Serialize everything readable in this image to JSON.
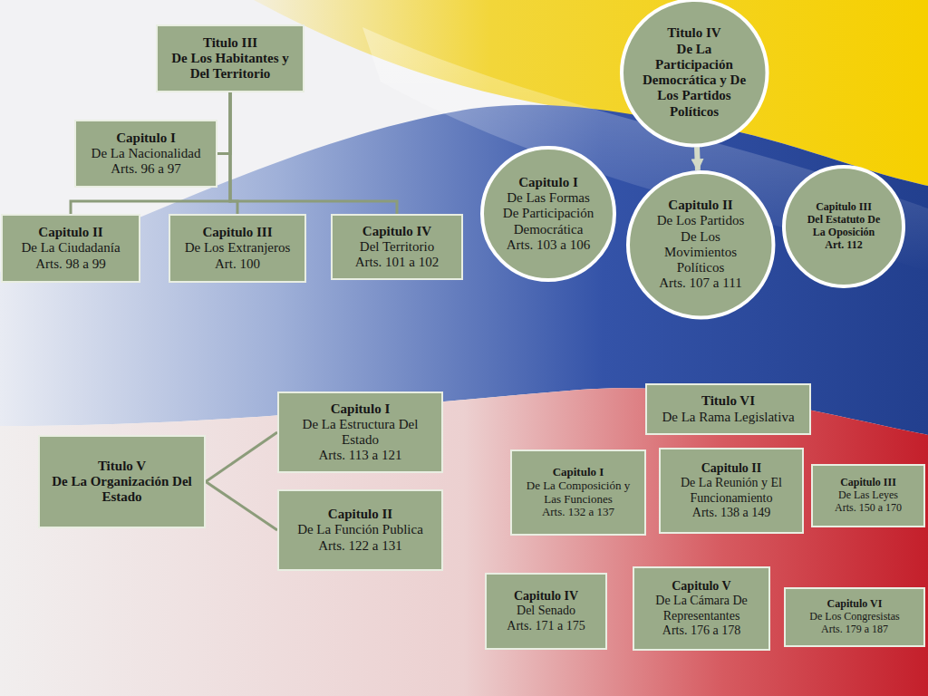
{
  "diagram": {
    "nodes": [
      {
        "text": [
          "Titulo III",
          "De Los Habitantes y Del Territorio"
        ]
      },
      {
        "text": [
          "Capitulo I",
          "De La Nacionalidad",
          "Arts. 96 a 97"
        ]
      },
      {
        "text": [
          "Capitulo II",
          "De La Ciudadanía",
          "Arts. 98 a 99"
        ]
      },
      {
        "text": [
          "Capitulo III",
          "De Los Extranjeros",
          "Art. 100"
        ]
      },
      {
        "text": [
          "Capitulo IV",
          "Del Territorio",
          "Arts. 101 a 102"
        ]
      },
      {
        "text": [
          "Titulo IV",
          "De La Participación Democrática y De Los Partidos Políticos"
        ]
      },
      {
        "text": [
          "Capitulo I",
          "De Las Formas De Participación Democrática",
          "Arts. 103 a 106"
        ]
      },
      {
        "text": [
          "Capitulo II",
          "De Los Partidos De Los Movimientos Políticos",
          "Arts. 107 a 111"
        ]
      },
      {
        "text": [
          "Capitulo III",
          "Del Estatuto De La Oposición",
          "Art. 112"
        ]
      },
      {
        "text": [
          "Titulo V",
          "De La Organización Del Estado"
        ]
      },
      {
        "text": [
          "Capitulo I",
          "De La Estructura Del Estado",
          "Arts. 113 a 121"
        ]
      },
      {
        "text": [
          "Capitulo II",
          "De La Función Publica",
          "Arts. 122 a 131"
        ]
      },
      {
        "text": [
          "Titulo VI",
          "De La Rama Legislativa"
        ]
      },
      {
        "text": [
          "Capitulo I",
          "De La Composición y Las Funciones",
          "Arts. 132 a 137"
        ]
      },
      {
        "text": [
          "Capitulo II",
          "De La Reunión y El Funcionamiento",
          "Arts. 138 a 149"
        ]
      },
      {
        "text": [
          "Capitulo III",
          "De Las Leyes",
          "Arts. 150 a 170"
        ]
      },
      {
        "text": [
          "Capitulo IV",
          "Del Senado",
          "Arts. 171 a 175"
        ]
      },
      {
        "text": [
          "Capitulo V",
          "De La Cámara De Representantes",
          "Arts. 176 a 178"
        ]
      },
      {
        "text": [
          "Capitulo VI",
          "De Los Congresistas",
          "Arts. 179 a 187"
        ]
      }
    ],
    "edges": [
      {
        "from": 0,
        "to": 1,
        "arrow": "none"
      },
      {
        "from": 0,
        "to": 2,
        "arrow": "none"
      },
      {
        "from": 0,
        "to": 3,
        "arrow": "none"
      },
      {
        "from": 0,
        "to": 4,
        "arrow": "none"
      },
      {
        "from": 5,
        "to": 7,
        "arrow": "to"
      },
      {
        "from": 9,
        "to": 10,
        "arrow": "none"
      },
      {
        "from": 9,
        "to": 11,
        "arrow": "none"
      }
    ]
  }
}
